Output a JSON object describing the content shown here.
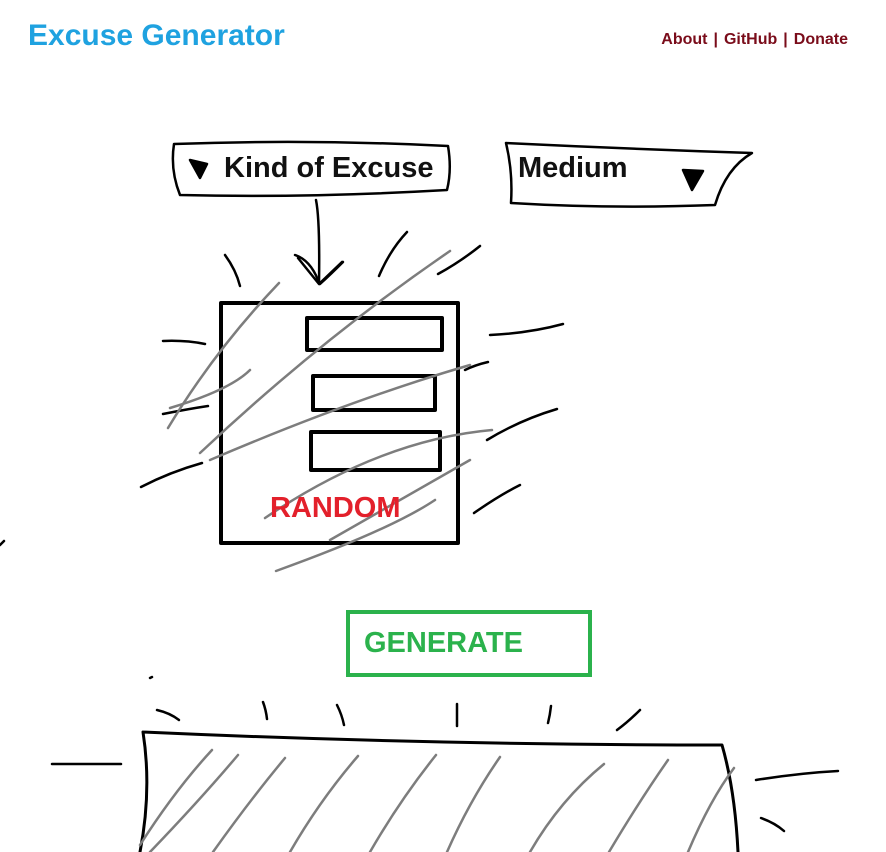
{
  "header": {
    "title": "Excuse Generator",
    "nav": [
      "About",
      "GitHub",
      "Donate"
    ],
    "separator": "|"
  },
  "controls": {
    "kind_dropdown": {
      "label": "Kind of Excuse"
    },
    "level_dropdown": {
      "label": "Medium"
    }
  },
  "card": {
    "label": "RANDOM"
  },
  "actions": {
    "generate_label": "GENERATE"
  },
  "colors": {
    "title": "#1fa2e0",
    "nav": "#7a0c1a",
    "random": "#e3202b",
    "generate": "#2bb24c"
  }
}
